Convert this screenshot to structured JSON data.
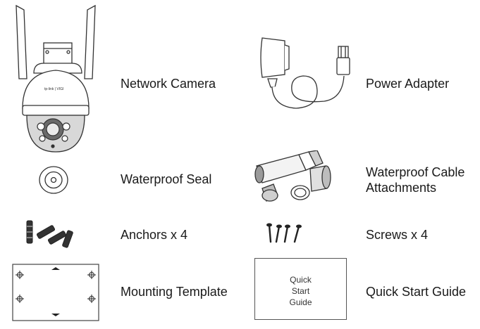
{
  "items": [
    {
      "id": "network-camera",
      "label": "Network Camera",
      "icon": "camera-icon",
      "brand_mark": "tp-link | VIGI"
    },
    {
      "id": "power-adapter",
      "label": "Power Adapter",
      "icon": "power-adapter-icon"
    },
    {
      "id": "waterproof-seal",
      "label": "Waterproof Seal",
      "icon": "seal-icon"
    },
    {
      "id": "waterproof-cable",
      "label_line1": "Waterproof Cable",
      "label_line2": "Attachments",
      "icon": "cable-attachments-icon"
    },
    {
      "id": "anchors",
      "label": "Anchors x 4",
      "icon": "anchors-icon"
    },
    {
      "id": "screws",
      "label": "Screws x 4",
      "icon": "screws-icon"
    },
    {
      "id": "mounting-template",
      "label": "Mounting Template",
      "icon": "mounting-template-icon"
    },
    {
      "id": "quick-start-guide",
      "label": "Quick Start Guide",
      "icon": "quick-start-guide-icon",
      "booklet_text": "Quick\nStart\nGuide"
    }
  ]
}
